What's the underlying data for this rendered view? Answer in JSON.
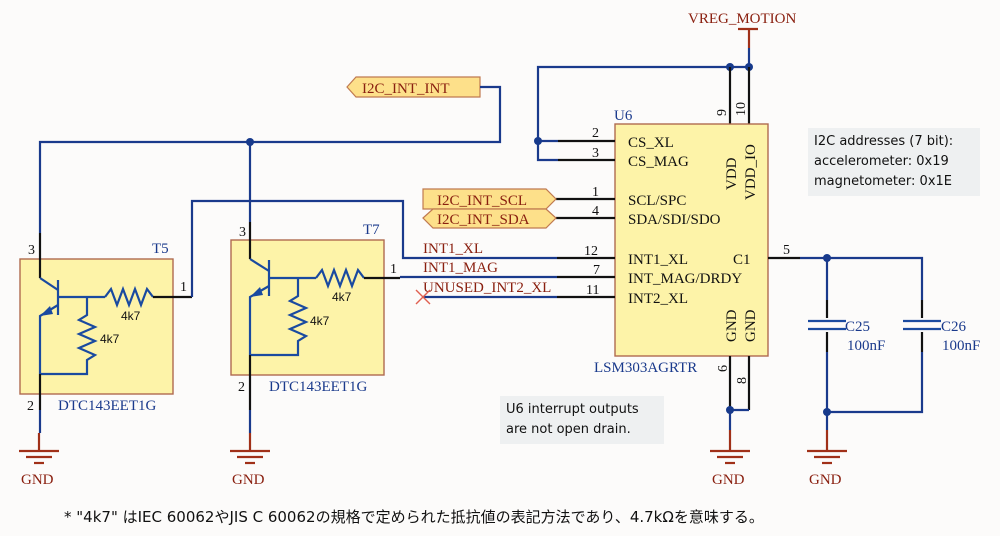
{
  "power": {
    "vreg": "VREG_MOTION",
    "gnd_labels": [
      "GND",
      "GND",
      "GND",
      "GND"
    ]
  },
  "ports": {
    "i2c_int_int": "I2C_INT_INT",
    "i2c_int_scl": "I2C_INT_SCL",
    "i2c_int_sda": "I2C_INT_SDA"
  },
  "nets": {
    "int1_xl": "INT1_XL",
    "int1_mag": "INT1_MAG",
    "unused_int2_xl": "UNUSED_INT2_XL"
  },
  "u6": {
    "designator": "U6",
    "part": "LSM303AGRTR",
    "pins_left": [
      {
        "num": "2",
        "name": "CS_XL"
      },
      {
        "num": "3",
        "name": "CS_MAG"
      },
      {
        "num": "1",
        "name": "SCL/SPC"
      },
      {
        "num": "4",
        "name": "SDA/SDI/SDO"
      },
      {
        "num": "12",
        "name": "INT1_XL"
      },
      {
        "num": "7",
        "name": "INT_MAG/DRDY"
      },
      {
        "num": "11",
        "name": "INT2_XL"
      }
    ],
    "pins_top": [
      {
        "num": "9",
        "name": "VDD"
      },
      {
        "num": "10",
        "name": "VDD_IO"
      }
    ],
    "pins_bottom": [
      {
        "num": "6",
        "name": "GND"
      },
      {
        "num": "8",
        "name": "GND"
      }
    ],
    "pin_right": {
      "num": "5",
      "name": "C1"
    }
  },
  "t5": {
    "designator": "T5",
    "part": "DTC143EET1G",
    "pin_collector": "3",
    "pin_emitter": "2",
    "pin_base": "1",
    "r_base": "4k7",
    "r_be": "4k7"
  },
  "t7": {
    "designator": "T7",
    "part": "DTC143EET1G",
    "pin_collector": "3",
    "pin_emitter": "2",
    "pin_base": "1",
    "r_base": "4k7",
    "r_be": "4k7"
  },
  "caps": [
    {
      "designator": "C25",
      "value": "100nF"
    },
    {
      "designator": "C26",
      "value": "100nF"
    }
  ],
  "notes": {
    "i2c": [
      "I2C addresses (7 bit):",
      "accelerometer: 0x19",
      "magnetometer: 0x1E"
    ],
    "interrupt": [
      "U6 interrupt outputs",
      "are not open drain."
    ]
  },
  "footnote": "* \"4k7\" はIEC 60062やJIS C 60062の規格で定められた抵抗値の表記方法であり、4.7kΩを意味する。"
}
